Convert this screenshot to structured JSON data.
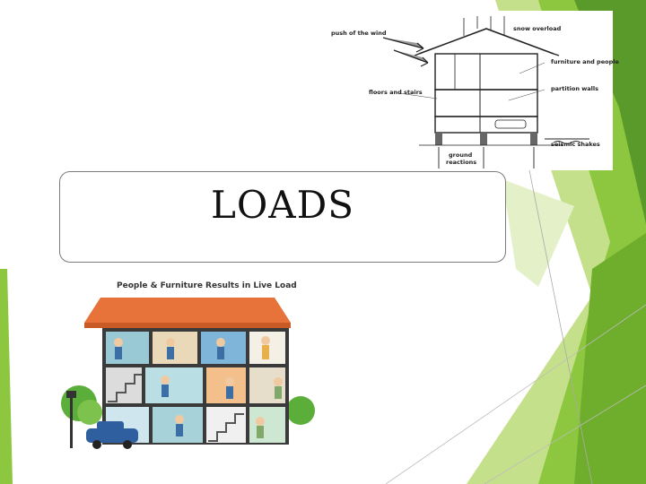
{
  "slide": {
    "title": "LOADS"
  },
  "diagram": {
    "labels": {
      "wind": "push of the wind",
      "snow": "snow overload",
      "furniture": "furniture and people",
      "floors": "floors and stairs",
      "partition": "partition walls",
      "seismic": "seismic shakes",
      "ground_line1": "ground",
      "ground_line2": "reactions"
    }
  },
  "illustration": {
    "caption": "People & Furniture Results in Live Load"
  },
  "colors": {
    "accent_green": "#8dc63f",
    "accent_light_green": "#c5e08a",
    "accent_dark_green": "#5a9a2a",
    "roof_orange": "#e8733a"
  }
}
